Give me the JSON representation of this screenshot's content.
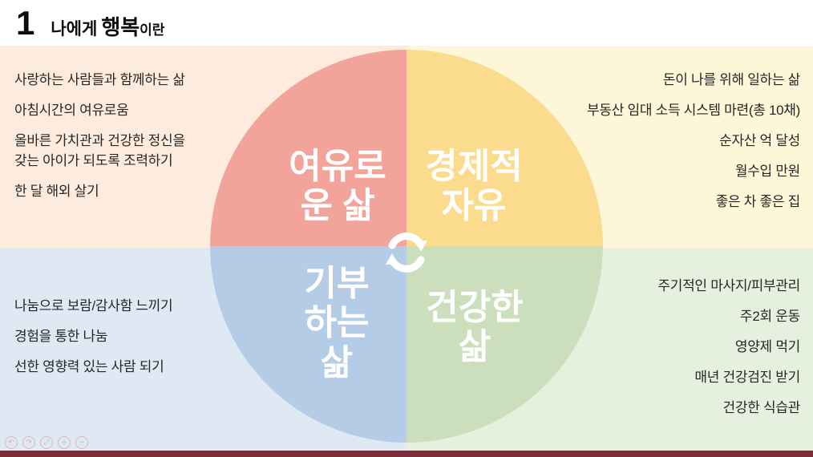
{
  "header": {
    "number": "1",
    "title_prefix": "나에게",
    "title_emphasis": "행복",
    "title_suffix": "이란"
  },
  "quadrants": {
    "top_left": {
      "label": "여유로\n운 삶",
      "items": [
        "사랑하는 사람들과 함께하는 삶",
        "아침시간의 여유로움",
        "올바른 가치관과 건강한 정신을\n갖는 아이가 되도록 조력하기",
        "한 달 해외 살기"
      ],
      "bg": "#fdecdd",
      "circle": "#f2a39a"
    },
    "top_right": {
      "label": "경제적\n자유",
      "items": [
        "돈이 나를 위해 일하는 삶",
        "부동산 임대 소득 시스템 마련(총 10채)",
        "순자산 억 달성",
        "월수입 만원",
        "좋은 차 좋은 집"
      ],
      "bg": "#fdf6d8",
      "circle": "#fbdc8e"
    },
    "bottom_left": {
      "label": "기부\n하는\n삶",
      "items": [
        "나눔으로 보람/감사함 느끼기",
        "경험을 통한 나눔",
        "선한 영향력 있는 사람 되기"
      ],
      "bg": "#dfe9f4",
      "circle": "#b4cce6"
    },
    "bottom_right": {
      "label": "건강한\n삶",
      "items": [
        "주기적인 마사지/피부관리",
        "주2회 운동",
        "영양제 먹기",
        "매년 건강검진 받기",
        "건강한 식습관"
      ],
      "bg": "#e6f0de",
      "circle": "#cbdfbd"
    }
  },
  "center_icon": "cycle-arrows",
  "toolbar": {
    "icons": [
      {
        "name": "undo",
        "glyph": "↶"
      },
      {
        "name": "redo",
        "glyph": "↷"
      },
      {
        "name": "fit",
        "glyph": "⤢"
      },
      {
        "name": "zoom-in",
        "glyph": "+"
      },
      {
        "name": "zoom-out",
        "glyph": "−"
      }
    ]
  },
  "colors": {
    "bottom_bar": "#7b2d3a",
    "text": "#262626",
    "label_text": "#ffffff"
  }
}
